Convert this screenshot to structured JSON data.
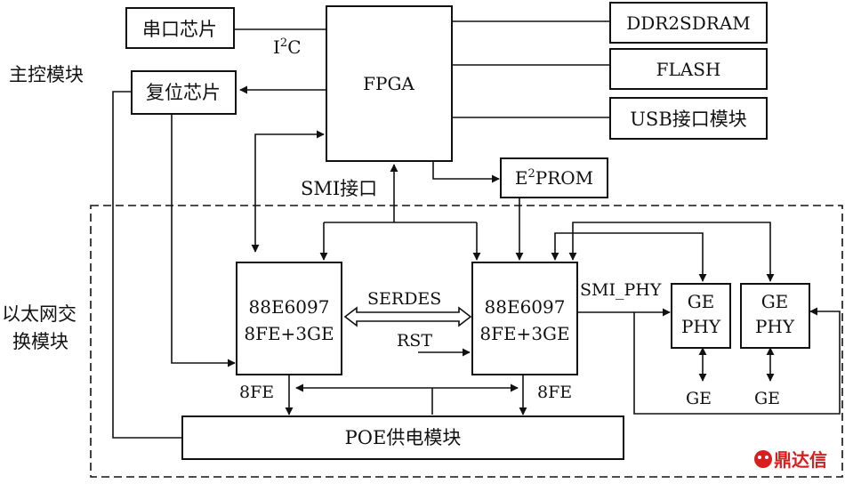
{
  "modules": {
    "main_control": "主控模块",
    "ethernet_switch_line1": "以太网交",
    "ethernet_switch_line2": "换模块"
  },
  "blocks": {
    "serial_chip": "串口芯片",
    "reset_chip": "复位芯片",
    "fpga": "FPGA",
    "ddr2": "DDR2SDRAM",
    "flash": "FLASH",
    "usb": "USB接口模块",
    "eeprom_base": "E",
    "eeprom_sup": "2",
    "eeprom_rest": "PROM",
    "switch_left_line1": "88E6097",
    "switch_left_line2": "8FE+3GE",
    "switch_right_line1": "88E6097",
    "switch_right_line2": "8FE+3GE",
    "gephy1_line1": "GE",
    "gephy1_line2": "PHY",
    "gephy2_line1": "GE",
    "gephy2_line2": "PHY",
    "poe": "POE供电模块"
  },
  "labels": {
    "i2c_base": "I",
    "i2c_sup": "2",
    "i2c_rest": "C",
    "smi": "SMI接口",
    "serdes": "SERDES",
    "rst": "RST",
    "smi_phy": "SMI_PHY",
    "fe_left": "8FE",
    "fe_right": "8FE",
    "ge1": "GE",
    "ge2": "GE"
  },
  "watermark": "鼎达信"
}
